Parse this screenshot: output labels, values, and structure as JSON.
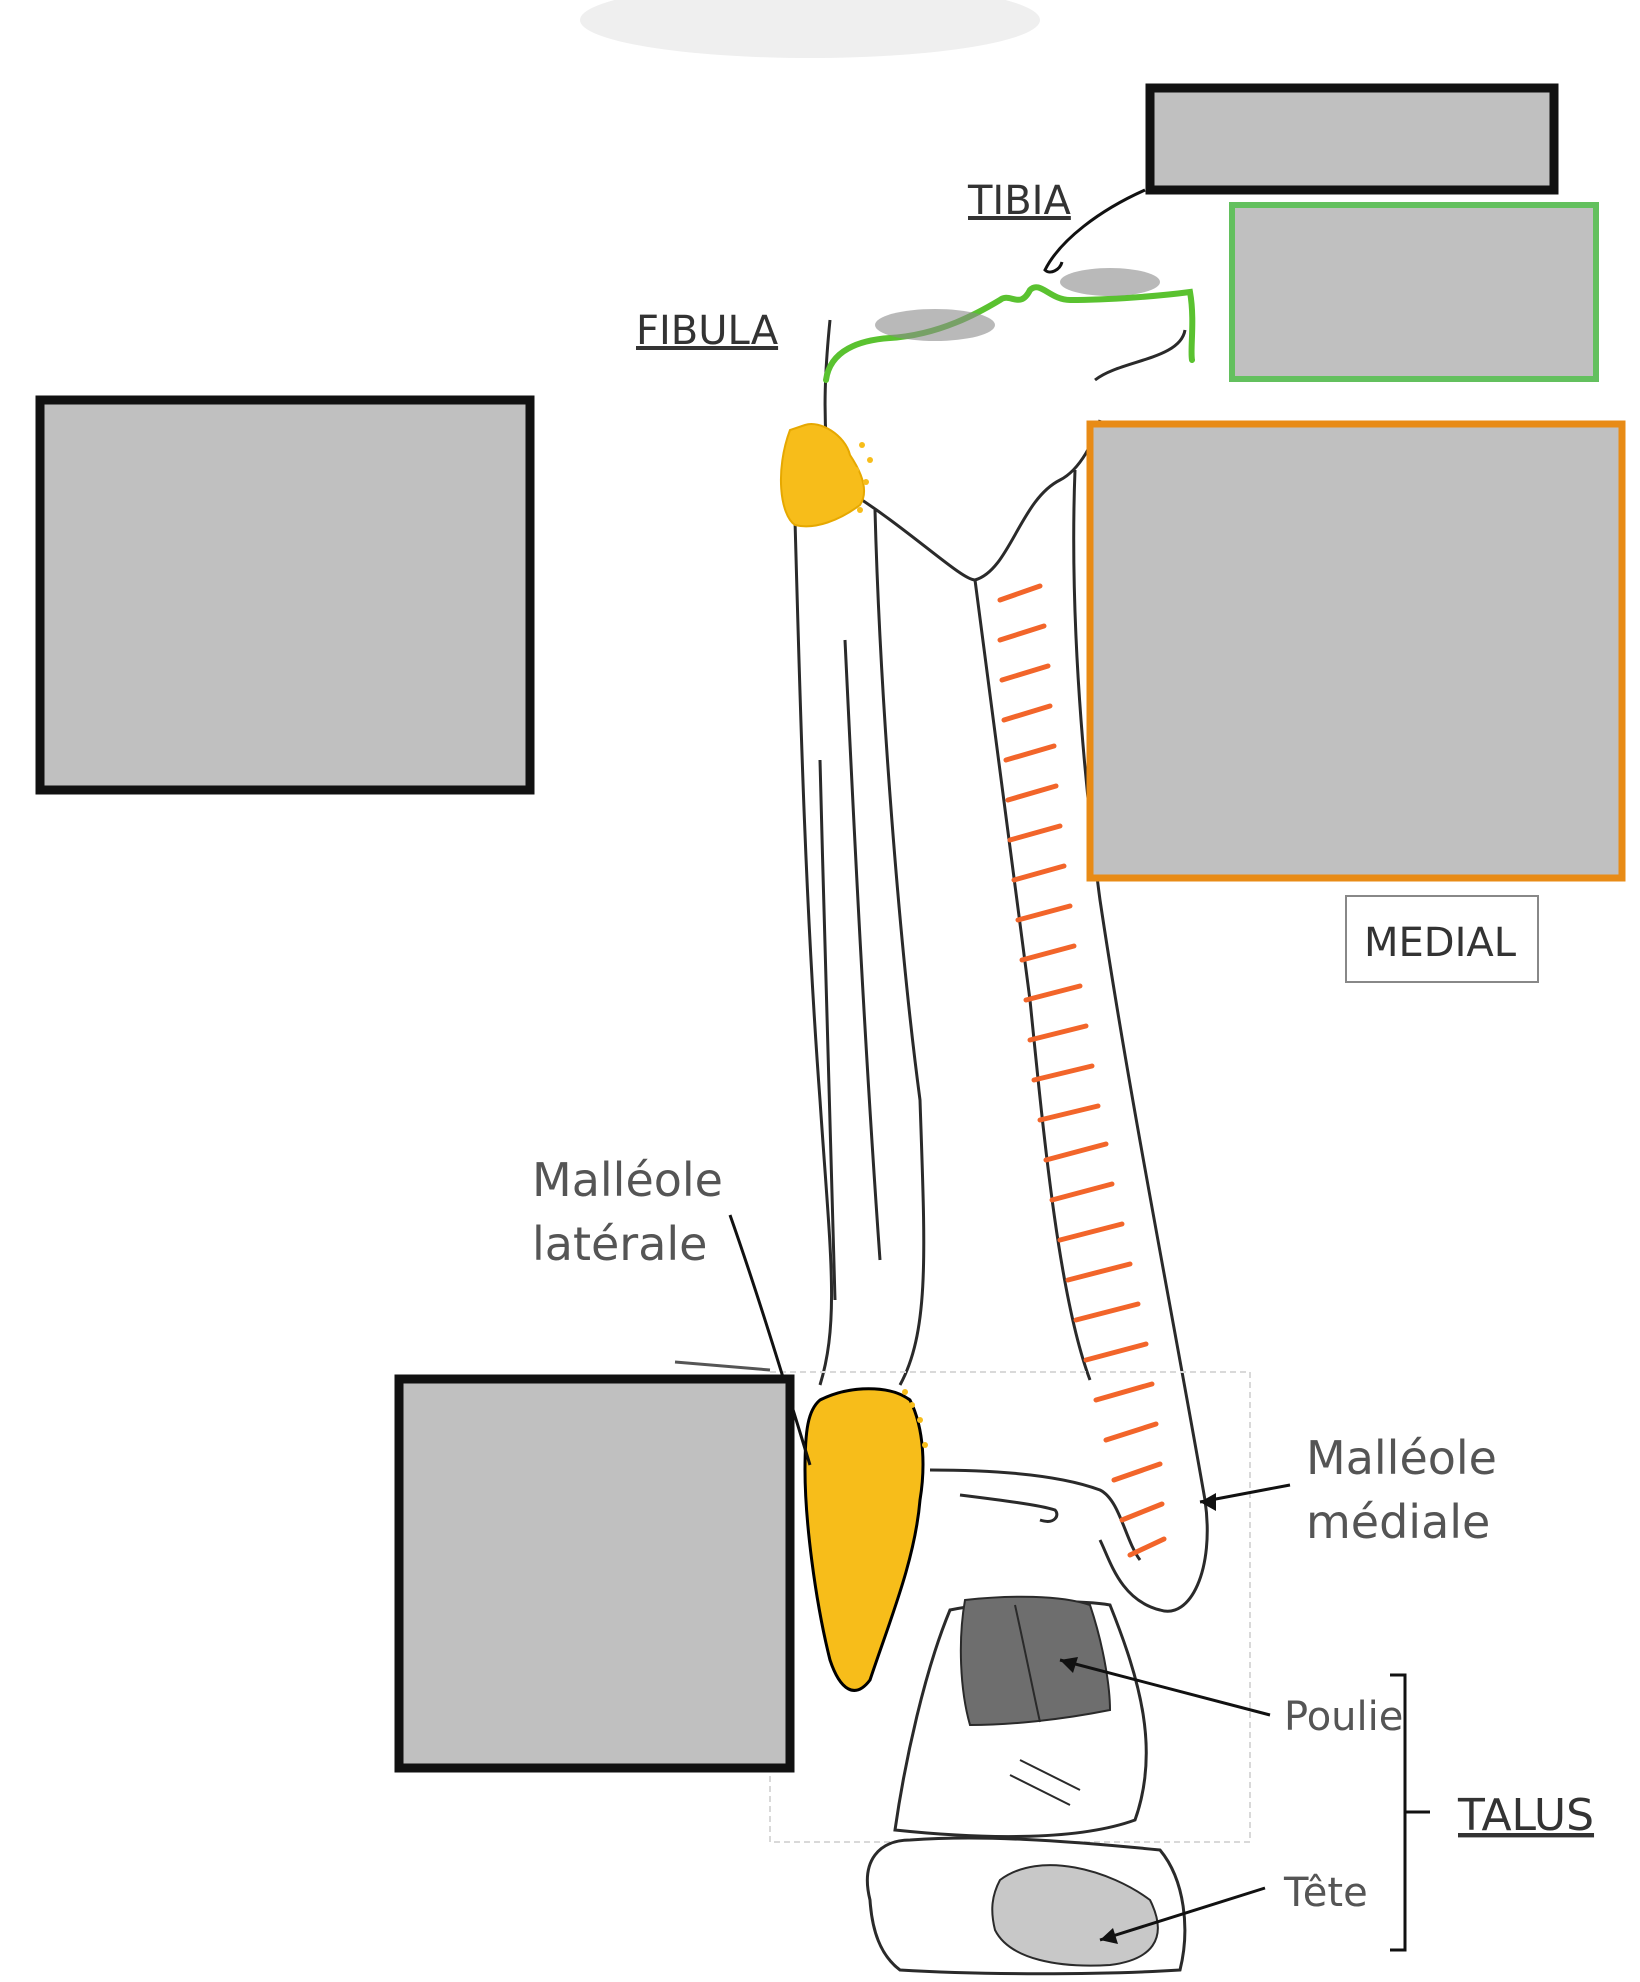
{
  "labels": {
    "tibia": "TIBIA",
    "fibula": "FIBULA",
    "medial": "MEDIAL",
    "malleole_laterale_1": "Malléole",
    "malleole_laterale_2": "latérale",
    "malleole_mediale_1": "Malléole",
    "malleole_mediale_2": "médiale",
    "poulie": "Poulie",
    "talus": "TALUS",
    "tete": "Tête"
  },
  "colors": {
    "background": "#ffffff",
    "mask_fill": "#c0c0c0",
    "mask_border_default": "#111111",
    "mask_border_green": "#63c05e",
    "mask_border_orange": "#e88b16",
    "bone_stroke": "#2a2a2a",
    "highlight_yellow": "#f7bd1a",
    "highlight_green": "#5ac230",
    "hatch_orange": "#f2652a",
    "cartilage_dark": "#6e6e6e",
    "cartilage_light": "#c8c8c8"
  },
  "masks": [
    {
      "id": "top-right",
      "border": "default"
    },
    {
      "id": "top-right-green",
      "border": "green"
    },
    {
      "id": "left",
      "border": "default"
    },
    {
      "id": "right-orange",
      "border": "orange"
    },
    {
      "id": "bottom-left",
      "border": "default"
    }
  ]
}
